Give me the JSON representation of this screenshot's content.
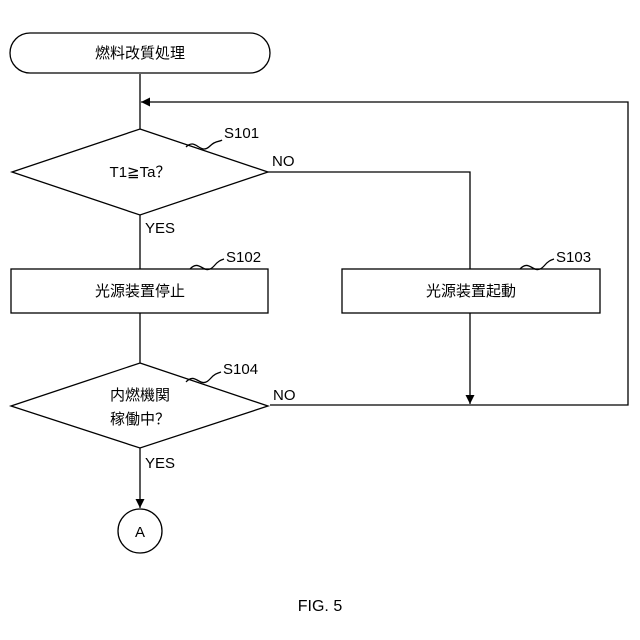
{
  "diagram": {
    "start_label": "燃料改質処理",
    "decision1": {
      "step": "S101",
      "text": "T1≧Ta？",
      "no_label": "NO",
      "yes_label": "YES"
    },
    "process_s102": {
      "step": "S102",
      "text": "光源装置停止"
    },
    "process_s103": {
      "step": "S103",
      "text": "光源装置起動"
    },
    "decision2": {
      "step": "S104",
      "lines": [
        "内燃機関",
        "稼働中？"
      ],
      "no_label": "NO",
      "yes_label": "YES"
    },
    "connector_label": "A",
    "figure_caption": "FIG. 5"
  }
}
